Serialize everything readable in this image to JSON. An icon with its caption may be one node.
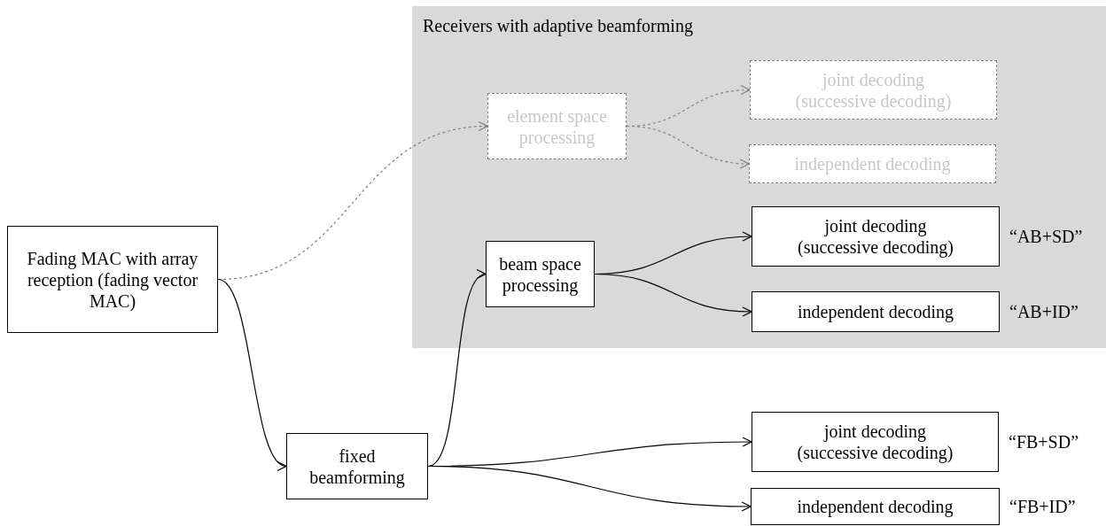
{
  "diagram": {
    "nodes": [
      {
        "text": [
          "Receivers with adaptive beamforming"
        ]
      },
      {
        "text": [
          "Fading MAC with array reception (fading vector MAC)"
        ]
      },
      {
        "text": [
          "element space processing"
        ],
        "in": 0
      },
      {
        "text": [
          "joint decoding (successive decoding)"
        ],
        "in": 0
      },
      {
        "text": [
          "independent decoding"
        ],
        "in": 0
      },
      {
        "text": [
          "beam space processing"
        ],
        "in": 0
      },
      {
        "text": [
          "joint decoding (successive decoding)"
        ],
        "in": 0,
        "beside": [
          "“AB+SD”"
        ]
      },
      {
        "text": [
          "independent decoding"
        ],
        "in": 0,
        "beside": [
          "“AB+ID”"
        ]
      },
      {
        "text": [
          "fixed beamforming"
        ]
      },
      {
        "text": [
          "joint decoding (successive decoding)"
        ],
        "beside": [
          "“FB+SD”"
        ]
      },
      {
        "text": [
          "independent decoding"
        ],
        "beside": [
          "“FB+ID”"
        ]
      }
    ],
    "edges": [
      {
        "from": 1,
        "to": 2,
        "arrow": "to",
        "style": "dashed",
        "color": "#808080"
      },
      {
        "from": 2,
        "to": 3,
        "arrow": "to",
        "style": "dashed",
        "color": "#808080"
      },
      {
        "from": 2,
        "to": 4,
        "arrow": "to",
        "style": "dashed",
        "color": "#808080"
      },
      {
        "from": 1,
        "to": 8,
        "arrow": "to"
      },
      {
        "from": 8,
        "to": 5,
        "arrow": "to"
      },
      {
        "from": 5,
        "to": 6,
        "arrow": "to"
      },
      {
        "from": 5,
        "to": 7,
        "arrow": "to"
      },
      {
        "from": 8,
        "to": 9,
        "arrow": "to"
      },
      {
        "from": 8,
        "to": 10,
        "arrow": "to"
      }
    ]
  }
}
